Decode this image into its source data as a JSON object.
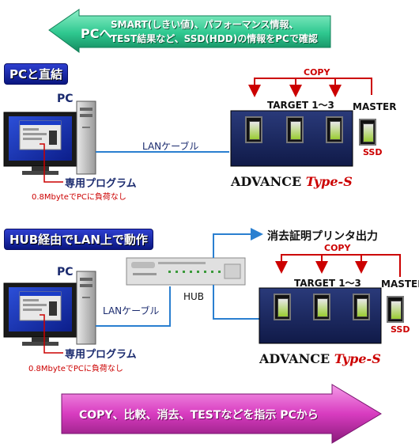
{
  "top_arrow": {
    "prefix": "PCへ",
    "line1": "SMART(しきい値)、パフォーマンス情報、",
    "line2": "TEST結果など、SSD(HDD)の情報をPCで確認"
  },
  "section1": {
    "banner": "PCと直結",
    "pc_label": "PC",
    "cable_label": "LANケーブル",
    "program_label": "専用プログラム",
    "program_note": "0.8MbyteでPCに負荷なし",
    "copy_label": "COPY",
    "target_label": "TARGET 1～3",
    "master_label": "MASTER",
    "ssd_label": "SSD",
    "brand": "ADVANCE",
    "brand_suffix": "Type-S"
  },
  "section2": {
    "banner": "HUB経由でLAN上で動作",
    "printer_label": "消去証明プリンタ出力",
    "pc_label": "PC",
    "cable_label": "LANケーブル",
    "hub_label": "HUB",
    "program_label": "専用プログラム",
    "program_note": "0.8MbyteでPCに負荷なし",
    "copy_label": "COPY",
    "target_label": "TARGET 1～3",
    "master_label": "MASTER",
    "ssd_label": "SSD",
    "brand": "ADVANCE",
    "brand_suffix": "Type-S"
  },
  "bottom_arrow": {
    "text": "COPY、比較、消去、TESTなどを指示 PCから"
  },
  "colors": {
    "accent_red": "#cc0000",
    "line_blue": "#2a7fd0",
    "device_navy": "#1a2a60",
    "top_arrow_green": "#3fd39a",
    "bottom_arrow_magenta": "#d83cc0"
  }
}
